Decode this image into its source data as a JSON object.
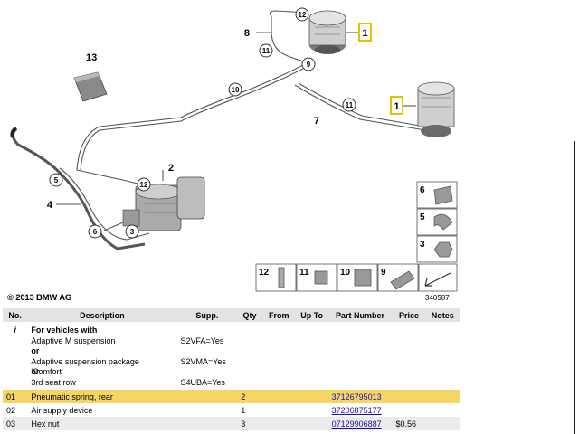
{
  "diagram": {
    "copyright": "© 2013 BMW AG",
    "image_number": "340587",
    "callouts": [
      "1",
      "1",
      "2",
      "3",
      "4",
      "5",
      "6",
      "7",
      "8",
      "9",
      "10",
      "11",
      "11",
      "12",
      "12",
      "13"
    ],
    "legend_numbers": [
      "6",
      "5",
      "3",
      "12",
      "11",
      "10",
      "9"
    ],
    "highlight_color": "#e8c000"
  },
  "table": {
    "headers": {
      "no": "No.",
      "description": "Description",
      "supp": "Supp.",
      "qty": "Qty",
      "from": "From",
      "upto": "Up To",
      "part_number": "Part Number",
      "price": "Price",
      "notes": "Notes"
    },
    "info": {
      "icon": "i",
      "lines": [
        "For vehicles with",
        "Adaptive M suspension",
        "or",
        "Adaptive suspension package 'Comfort'",
        "or",
        "3rd seat row"
      ],
      "supp": [
        "S2VFA=Yes",
        "S2VMA=Yes",
        "S4UBA=Yes"
      ]
    },
    "rows": [
      {
        "no": "01",
        "description": "Pneumatic spring, rear",
        "supp": "",
        "qty": "2",
        "from": "",
        "upto": "",
        "part_number": "37126795013",
        "price": "",
        "notes": ""
      },
      {
        "no": "02",
        "description": "Air supply device",
        "supp": "",
        "qty": "1",
        "from": "",
        "upto": "",
        "part_number": "37206875177",
        "price": "",
        "notes": ""
      },
      {
        "no": "03",
        "description": "Hex nut",
        "supp": "",
        "qty": "3",
        "from": "",
        "upto": "",
        "part_number": "07129906887",
        "price": "$0.56",
        "notes": ""
      }
    ],
    "colors": {
      "header_bg": "#e3e3e3",
      "selected_row": "#f5d563",
      "alt_row": "#ebebeb",
      "link": "#1a0dab"
    }
  }
}
